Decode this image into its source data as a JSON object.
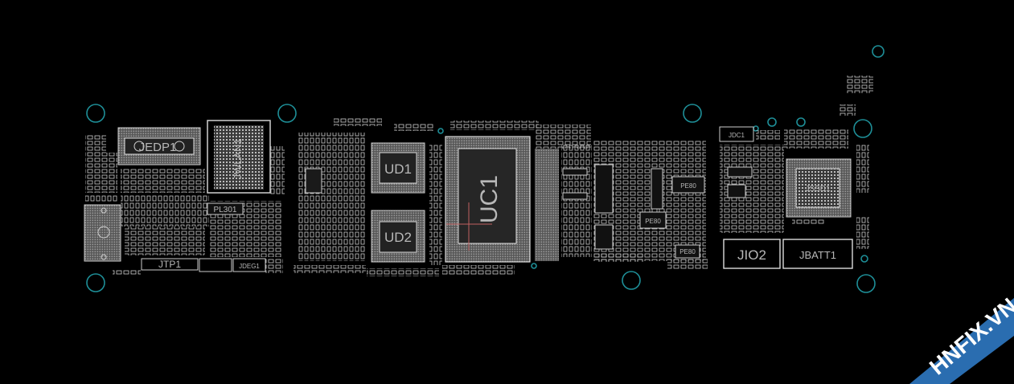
{
  "board": {
    "components": {
      "uc1": "UC1",
      "ud1": "UD1",
      "ud2": "UD2",
      "jio2": "JIO2",
      "jbatt1": "JBATT1",
      "jtp1": "JTP1",
      "jdeg1": "JDEG1",
      "jedp1": "JEDP1",
      "jwlan1": "JWLAN1",
      "jssd1": "JSSD1",
      "jdc1": "JDC1",
      "pl301": "PL301",
      "pe1": "PE80",
      "pe2": "PE80",
      "pe3": "PE80"
    }
  },
  "watermark": {
    "text": "HNFIX.VN",
    "colors": {
      "band": "#2a6db0",
      "text": "#ffffff",
      "accent": "#e0242a"
    }
  },
  "colors": {
    "background": "#000000",
    "silkscreen": "#d8d8d8",
    "mounting_hole": "#1e8f98"
  }
}
